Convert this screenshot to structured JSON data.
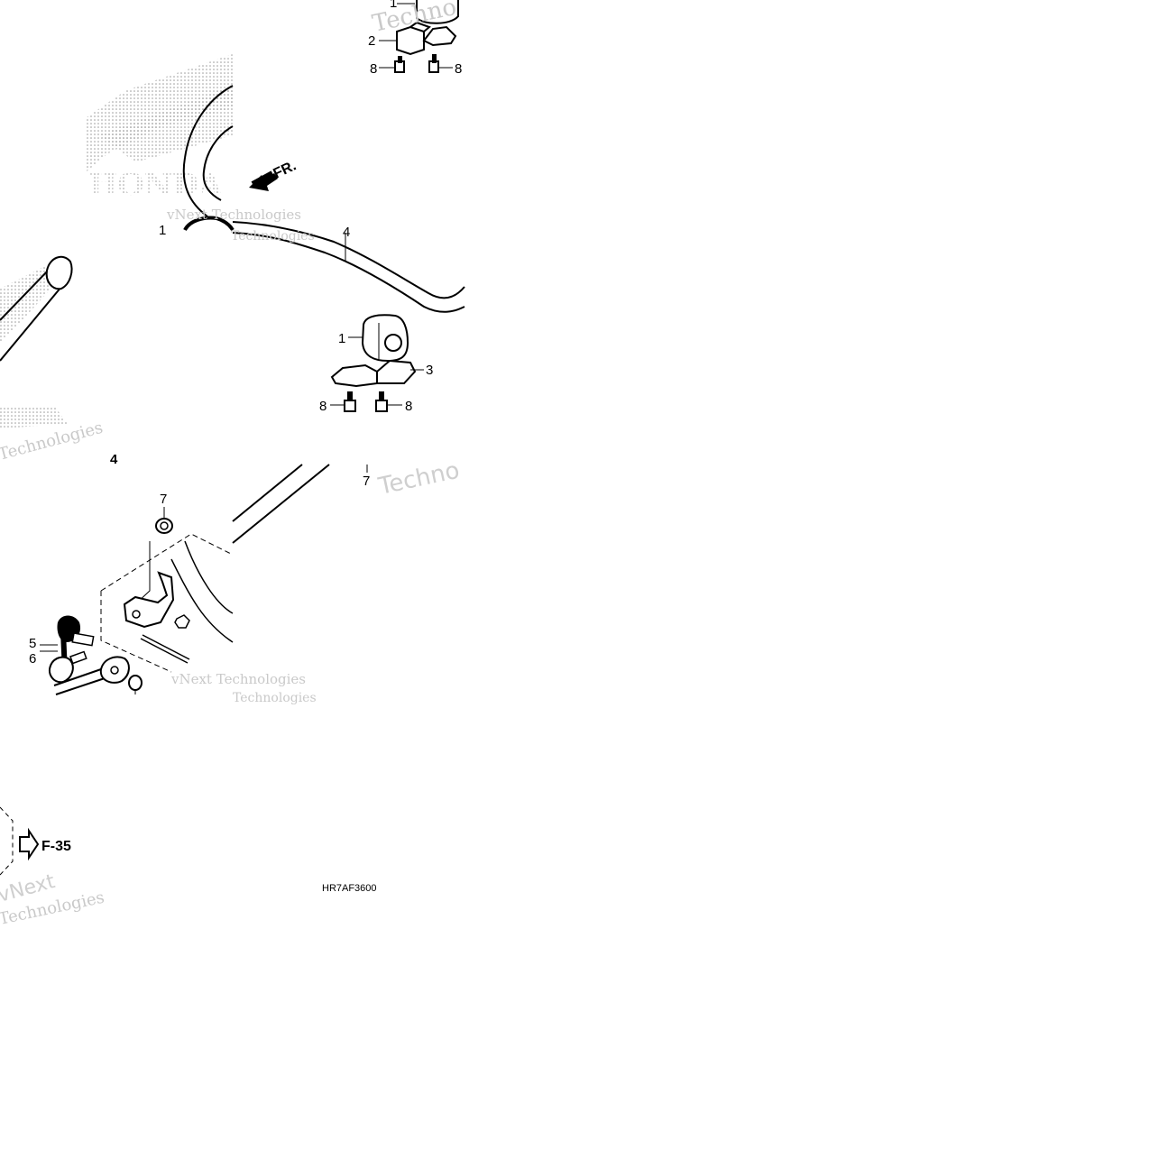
{
  "diagram": {
    "brand_logo_text": "HONDA",
    "front_indicator": "FR.",
    "reference_arrow": "F-35",
    "drawing_code": "HR7AF3600",
    "watermarks": {
      "brand_line1": "vNext",
      "brand_line2": "Technologies",
      "brand_full": "vNext Technologies",
      "fragment_tech": "Techno"
    },
    "callouts": {
      "top_bushing": "1",
      "top_holder": "2",
      "top_bolt_left": "8",
      "top_bolt_right": "8",
      "left_bushing": "1",
      "stabilizer_bar": "4",
      "mid_bushing": "1",
      "mid_holder": "3",
      "mid_bolt_left": "8",
      "mid_bolt_right": "8",
      "left_panel_part": "4",
      "right_nut": "7",
      "link_nut": "7",
      "link_left": "5",
      "link_right": "6"
    }
  }
}
